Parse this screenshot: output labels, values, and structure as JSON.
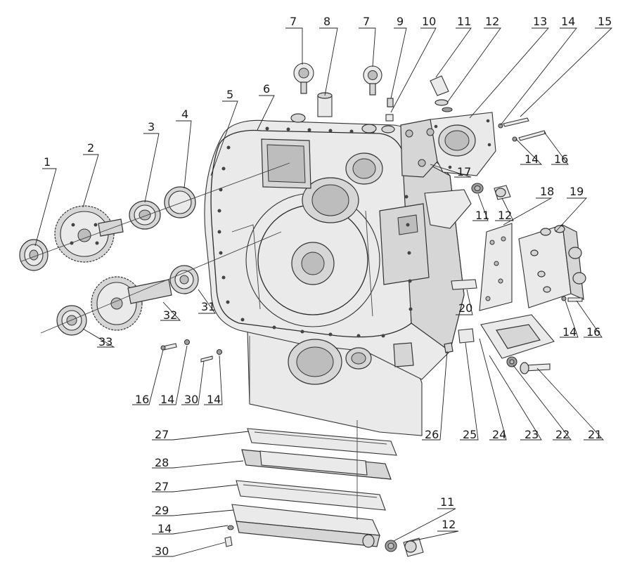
{
  "diagram": {
    "callouts": [
      "1",
      "2",
      "3",
      "4",
      "5",
      "6",
      "7",
      "8",
      "7",
      "9",
      "10",
      "11",
      "12",
      "13",
      "14",
      "15",
      "14",
      "16",
      "17",
      "11",
      "12",
      "18",
      "19",
      "20",
      "32",
      "31",
      "33",
      "16",
      "14",
      "30",
      "14",
      "14",
      "16",
      "26",
      "25",
      "24",
      "23",
      "22",
      "21",
      "27",
      "28",
      "27",
      "29",
      "14",
      "30",
      "11",
      "12"
    ]
  }
}
